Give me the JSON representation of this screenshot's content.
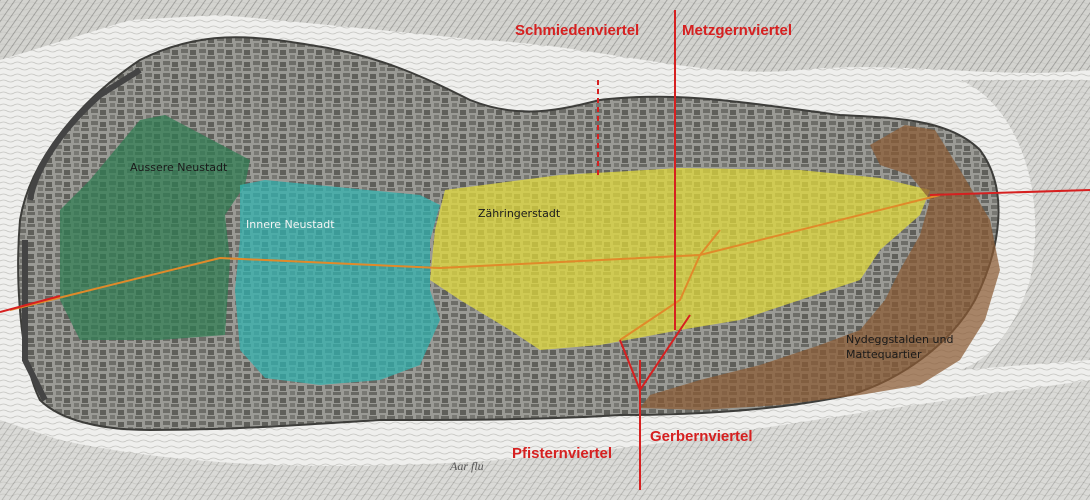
{
  "colors": {
    "river": "#eeeeec",
    "land": "#bcbcb8",
    "engraving": "#5a5a58",
    "aussere_neustadt": "#2e7d52",
    "innere_neustadt": "#2fb3b0",
    "zaehringerstadt": "#e3dc3a",
    "nydegg": "#8a5a33",
    "quarter_lines": "#d62020",
    "quarter_labels": "#d62020",
    "streets": "#e08a2a"
  },
  "districts": {
    "aussere_neustadt": "Aussere Neustadt",
    "innere_neustadt": "Innere Neustadt",
    "zaehringerstadt": "Zähringerstadt",
    "nydegg_line1": "Nydeggstalden und",
    "nydegg_line2": "Mattequartier"
  },
  "quarters": {
    "schmieden": "Schmiedenviertel",
    "metzgern": "Metzgernviertel",
    "pfistern": "Pfisternviertel",
    "gerbern": "Gerbernviertel"
  },
  "river_label": "Aar flu"
}
